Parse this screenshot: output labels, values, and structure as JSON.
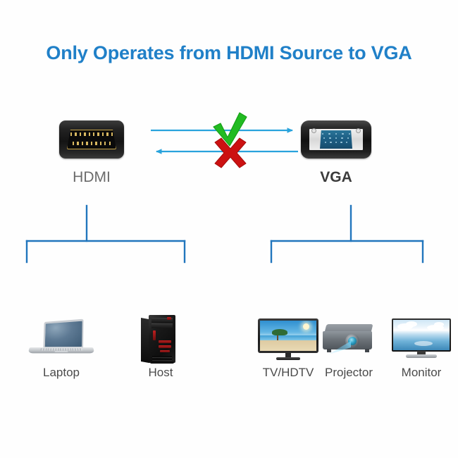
{
  "title": "Only Operates from HDMI Source to VGA",
  "theme": {
    "title_color": "#2080c8",
    "arrow_color": "#29a3dc",
    "bracket_color": "#2176bd",
    "check_color": "#22bb22",
    "cross_color": "#cc1111",
    "background": "#fefefe"
  },
  "connectors": {
    "source": {
      "label": "HDMI",
      "icon": "hdmi-plug-icon"
    },
    "destination": {
      "label": "VGA",
      "icon": "vga-plug-icon"
    }
  },
  "flow": {
    "forward": {
      "direction": "right",
      "marker": "check-mark",
      "marker_glyph": "✔",
      "allowed": "true"
    },
    "reverse": {
      "direction": "left",
      "marker": "cross-mark",
      "marker_glyph": "✘",
      "allowed": "false"
    }
  },
  "source_devices": [
    {
      "label": "Laptop",
      "icon": "laptop-icon"
    },
    {
      "label": "Host",
      "icon": "desktop-tower-icon"
    }
  ],
  "destination_devices": [
    {
      "label": "TV/HDTV",
      "icon": "television-icon"
    },
    {
      "label": "Projector",
      "icon": "projector-icon"
    },
    {
      "label": "Monitor",
      "icon": "monitor-icon"
    }
  ]
}
